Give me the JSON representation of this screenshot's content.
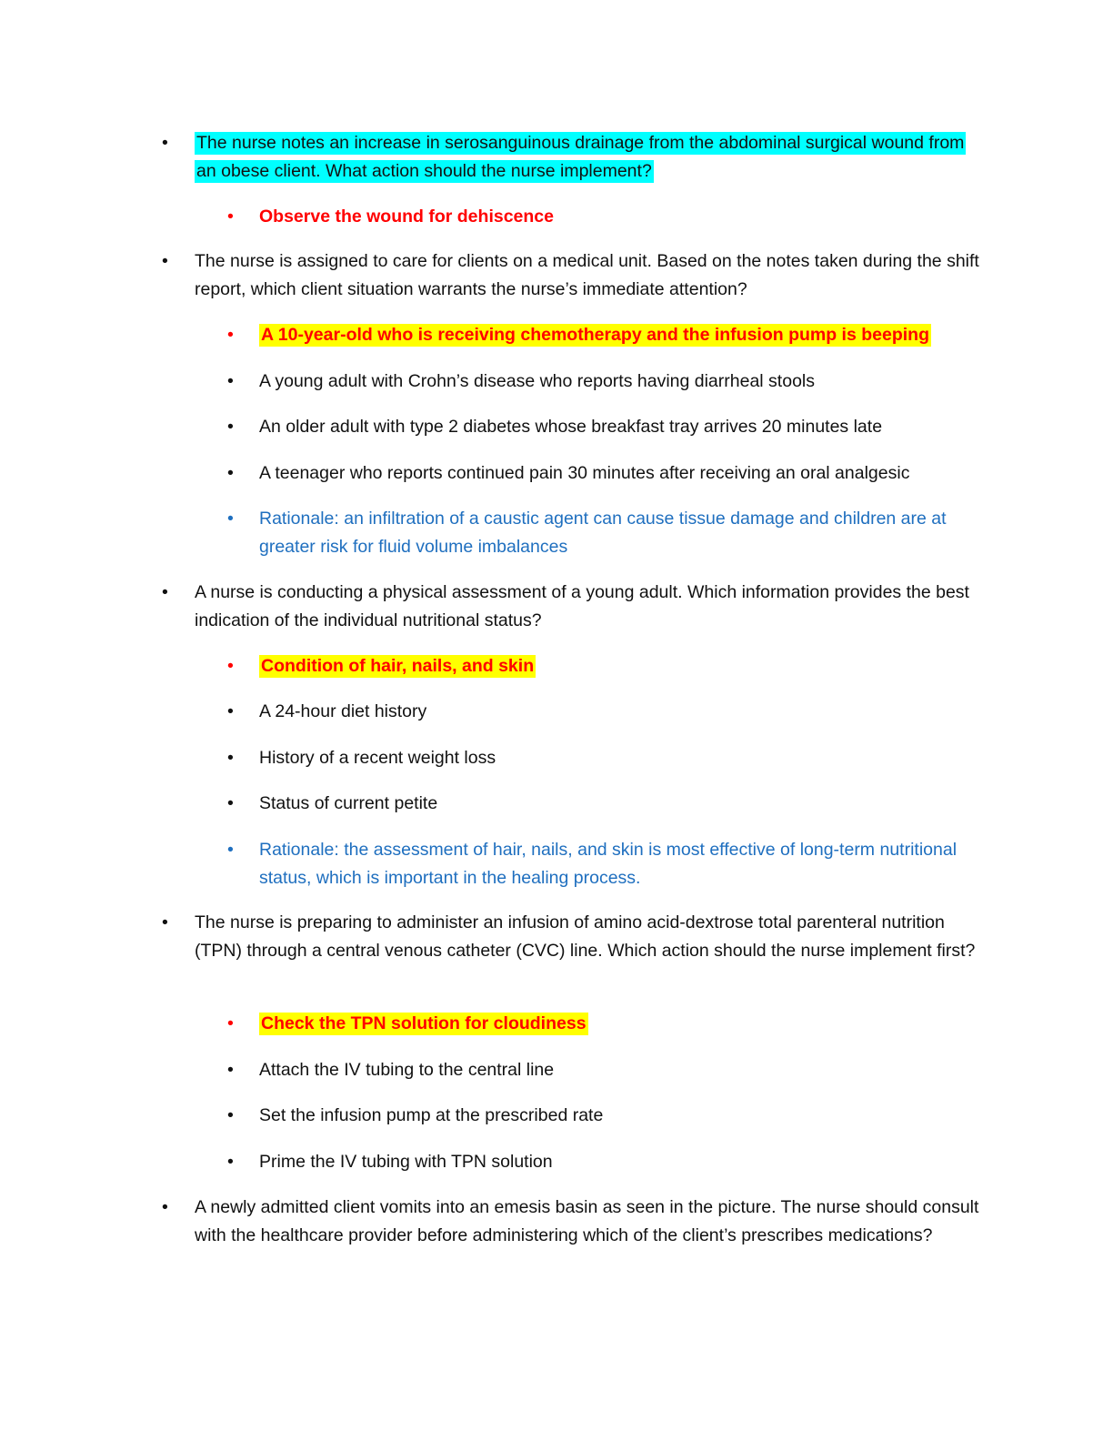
{
  "bullet_glyph": "•",
  "colors": {
    "question_highlight": "#00ffff",
    "answer_highlight": "#ffff00",
    "correct_text": "#ff0000",
    "rationale_text": "#1f6fbf"
  },
  "q1": {
    "text": "The nurse notes an increase in serosanguinous drainage from the abdominal surgical wound from an obese client. What action should the nurse implement?",
    "answer": "Observe the wound for dehiscence"
  },
  "q2": {
    "text": "The nurse is assigned to care for clients on a medical unit. Based on the notes taken during the shift report, which client situation warrants the nurse’s immediate attention?",
    "answer": "A 10-year-old who is receiving chemotherapy and the infusion pump is beeping",
    "options": [
      "A young adult with Crohn’s disease who reports having diarrheal stools",
      "An older adult with type 2 diabetes whose breakfast tray arrives 20 minutes late",
      "A teenager who reports continued pain 30 minutes after receiving an oral analgesic"
    ],
    "rationale": "Rationale: an infiltration of a caustic agent can cause tissue damage and children are at greater risk for fluid volume imbalances"
  },
  "q3": {
    "text": "A nurse is conducting a physical assessment of a young adult. Which information provides the best indication of the individual nutritional status?",
    "answer": "Condition of hair, nails, and skin",
    "options": [
      "A 24-hour diet history",
      "History of a recent weight loss",
      "Status of current petite"
    ],
    "rationale": "Rationale: the assessment of hair, nails, and skin is most effective of long-term nutritional status, which is important in the healing process."
  },
  "q4": {
    "text": "The nurse is preparing to administer an infusion of amino acid-dextrose total parenteral nutrition (TPN) through a central venous catheter (CVC) line. Which action should the nurse implement first?",
    "answer": "Check the TPN solution for cloudiness",
    "options": [
      "Attach the IV tubing to the central line",
      "Set the infusion pump at the prescribed rate",
      "Prime the IV tubing with TPN solution"
    ]
  },
  "q5": {
    "text": "A newly admitted client vomits into an emesis basin as seen in the picture. The nurse should consult with the healthcare provider before administering which of the client’s prescribes medications?"
  }
}
